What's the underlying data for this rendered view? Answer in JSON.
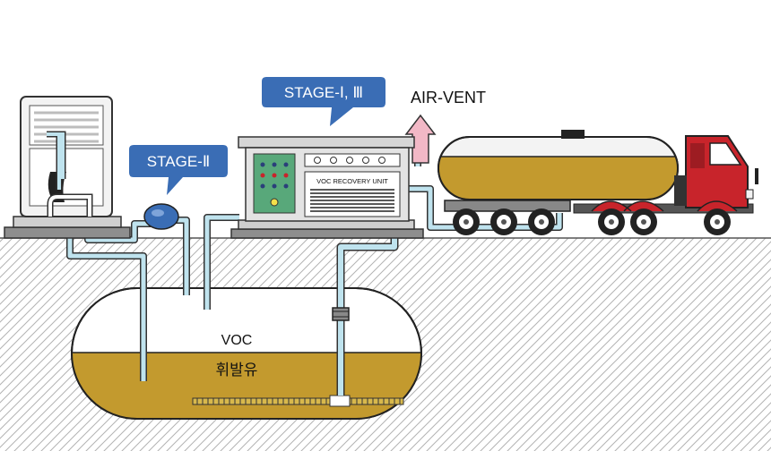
{
  "labels": {
    "stage_2": "STAGE-Ⅱ",
    "stage_1_3": "STAGE-Ⅰ, Ⅲ",
    "air_vent": "AIR-VENT",
    "unit_name": "VOC RECOVERY UNIT",
    "tank_voc": "VOC",
    "tank_fuel": "휘발유"
  },
  "colors": {
    "pipe": "#bfe3ee",
    "fuel": "#c39a2e",
    "callout": "#3a6db5",
    "truck_cab": "#c8242b",
    "vent_arrow": "#f2b8c6",
    "ground_hatch": "#b3b3b3"
  }
}
